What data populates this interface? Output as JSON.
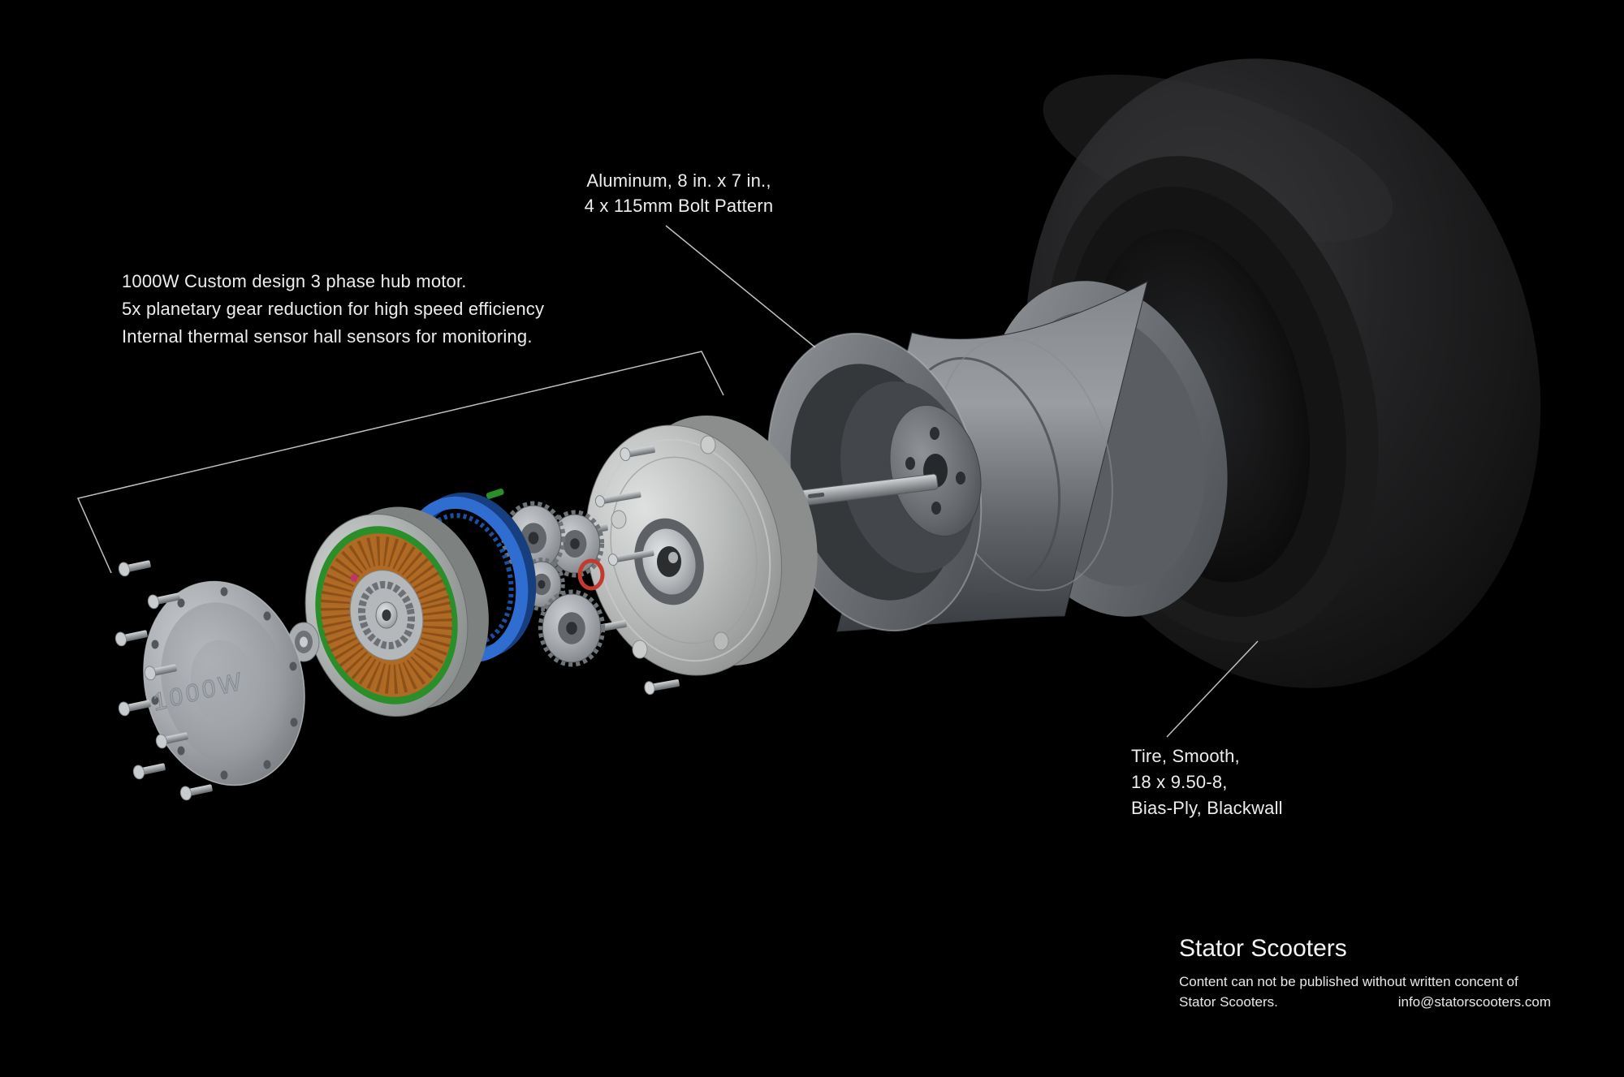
{
  "annotations": {
    "rim": {
      "line1": "Aluminum, 8 in. x 7 in.,",
      "line2": "4 x 115mm Bolt Pattern"
    },
    "motor": {
      "line1": "1000W Custom design 3 phase hub motor.",
      "line2": "5x planetary gear reduction for high speed efficiency",
      "line3": "Internal thermal sensor hall sensors for monitoring."
    },
    "tire": {
      "line1": "Tire, Smooth,",
      "line2": "18 x 9.50-8,",
      "line3": "Bias-Ply, Blackwall"
    }
  },
  "footer": {
    "brand": "Stator Scooters",
    "disclaimer_line1": "Content can not be published without written concent of",
    "disclaimer_line2": "Stator Scooters.",
    "email": "info@statorscooters.com"
  },
  "parts": {
    "endcap_label": "1000W",
    "colors": {
      "copper_winding": "#b06a24",
      "ring_gear_blue": "#2f6ed0",
      "pcb_green": "#2a8f2a",
      "oring_red": "#c23b2e",
      "annotation_text": "#ededee",
      "background": "#000000"
    }
  }
}
